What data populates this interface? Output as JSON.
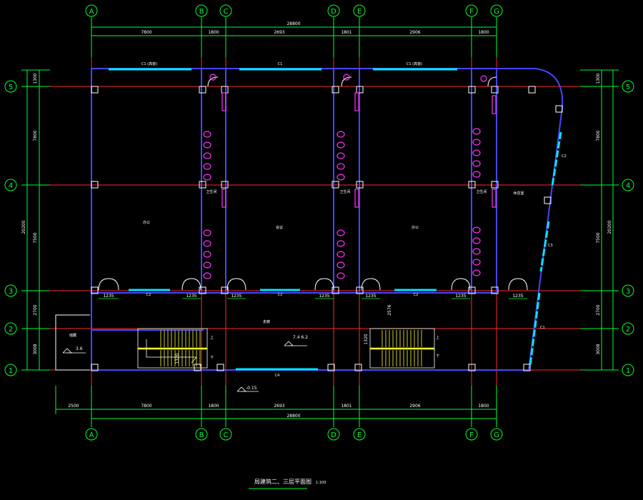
{
  "drawing": {
    "title": "局建筑二、三层平面图",
    "scale": "1:100",
    "colors": {
      "background": "#000000",
      "axis_line": "#ff2a2a",
      "dimension": "#00ff33",
      "wall": "#4646ff",
      "window": "#00e5ff",
      "fixture": "#ff33ff",
      "stair": "#ffff33",
      "text": "#ffffff",
      "door": "#ffffff"
    }
  },
  "grid": {
    "columns": [
      "A",
      "B",
      "C",
      "D",
      "E",
      "F",
      "G"
    ],
    "rows": [
      "5",
      "4",
      "3",
      "2",
      "1"
    ]
  },
  "dimensions": {
    "overall_top": "28800",
    "overall_bottom": "28800",
    "top_spans": [
      "7800",
      "1800",
      "2693",
      "1801",
      "2906",
      "1800"
    ],
    "bottom_spans": [
      "2500",
      "7800",
      "1800",
      "2693",
      "1801",
      "2906",
      "1800"
    ],
    "left_spans": [
      "1300",
      "7800",
      "7500",
      "2700",
      "3008"
    ],
    "right_spans": [
      "1300",
      "7800",
      "7500",
      "2700",
      "3008"
    ],
    "left_overall": "20200",
    "right_overall": "20200",
    "door_widths": [
      "1235",
      "1235",
      "1235",
      "1235",
      "1235",
      "1235",
      "1235"
    ],
    "small": [
      "1320",
      "1320",
      "2576"
    ]
  },
  "labels": {
    "top_window_1": "C1 (高窗)",
    "top_window_2": "C1",
    "top_window_3": "C1 (高窗)",
    "c2_side": "C2",
    "c3_side": "C3",
    "room_1": "办公",
    "room_2": "会议",
    "room_3": "办公",
    "room_4": "休息室",
    "toilet_1": "卫生间",
    "toilet_2": "卫生间",
    "toilet_3": "卫生间",
    "corridor": "走廊",
    "left_room": "储藏",
    "corridor_c1": "C1",
    "c2_a": "C2",
    "c2_b": "C2",
    "c2_c": "C2",
    "bottom_c4": "C4",
    "elev_1": "3.6",
    "elev_2": "7.4\n6.2",
    "elev_outside": "-0.15",
    "stair_up": "上",
    "stair_dn": "下"
  }
}
